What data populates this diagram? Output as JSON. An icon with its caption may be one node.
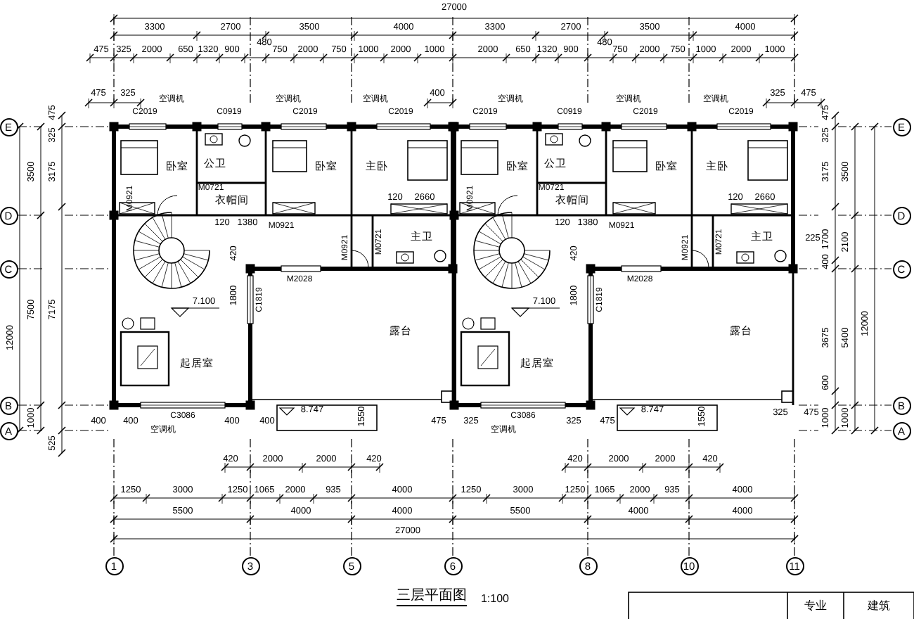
{
  "diagram": {
    "title": "三层平面图",
    "nodes": [
      {
        "text": [
          "E"
        ]
      },
      {
        "text": [
          "D"
        ]
      },
      {
        "text": [
          "C"
        ]
      },
      {
        "text": [
          "B"
        ]
      },
      {
        "text": [
          "A"
        ]
      },
      {
        "text": [
          "E"
        ]
      },
      {
        "text": [
          "D"
        ]
      },
      {
        "text": [
          "C"
        ]
      },
      {
        "text": [
          "B"
        ]
      },
      {
        "text": [
          "A"
        ]
      },
      {
        "text": [
          "1"
        ]
      },
      {
        "text": [
          "3"
        ]
      },
      {
        "text": [
          "5"
        ]
      },
      {
        "text": [
          "6"
        ]
      },
      {
        "text": [
          "8"
        ]
      },
      {
        "text": [
          "10"
        ]
      },
      {
        "text": [
          "11"
        ]
      }
    ],
    "labels": [
      "27000",
      "3300",
      "2700",
      "3500",
      "4000",
      "3300",
      "2700",
      "3500",
      "4000",
      "475",
      "325",
      "2000",
      "650",
      "1320",
      "900",
      "480",
      "750",
      "2000",
      "750",
      "1000",
      "2000",
      "1000",
      "2000",
      "650",
      "1320",
      "900",
      "480",
      "750",
      "2000",
      "750",
      "1000",
      "2000",
      "1000",
      "475",
      "325",
      "400",
      "325",
      "475",
      "C2019",
      "C0919",
      "C2019",
      "C2019",
      "C2019",
      "C0919",
      "C2019",
      "C2019",
      "空调机",
      "空调机",
      "空调机",
      "空调机",
      "空调机",
      "空调机",
      "卧室",
      "公卫",
      "卧室",
      "主卧",
      "衣帽间",
      "主卫",
      "露台",
      "起居室",
      "M0921",
      "M0721",
      "M0921",
      "M0921",
      "M0721",
      "M2028",
      "C1819",
      "C3086",
      "120",
      "1380",
      "120",
      "2660",
      "420",
      "1800",
      "1550",
      "7.100",
      "8.747",
      "空调机",
      "卧室",
      "公卫",
      "卧室",
      "主卧",
      "衣帽间",
      "主卫",
      "露台",
      "起居室",
      "M0921",
      "M0721",
      "M0921",
      "M0921",
      "M0721",
      "M2028",
      "C1819",
      "C3086",
      "120",
      "1380",
      "120",
      "2660",
      "420",
      "1800",
      "1550",
      "7.100",
      "8.747",
      "空调机",
      "225",
      "325",
      "475",
      "475",
      "325",
      "3175",
      "3500",
      "1700",
      "2100",
      "400",
      "3675",
      "5400",
      "12000",
      "600",
      "1000",
      "1000",
      "475",
      "325",
      "3500",
      "3175",
      "7500",
      "7175",
      "12000",
      "1000",
      "525",
      "400",
      "400",
      "400",
      "400",
      "475",
      "325",
      "325",
      "475",
      "420",
      "2000",
      "2000",
      "420",
      "420",
      "2000",
      "2000",
      "420",
      "1250",
      "3000",
      "1250",
      "1065",
      "2000",
      "935",
      "4000",
      "1250",
      "3000",
      "1250",
      "1065",
      "2000",
      "935",
      "4000",
      "5500",
      "4000",
      "4000",
      "5500",
      "4000",
      "4000",
      "27000",
      "1:100",
      "专业",
      "建筑"
    ]
  }
}
